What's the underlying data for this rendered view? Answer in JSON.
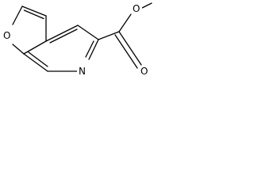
{
  "molecule": {
    "atoms": {
      "furan_oxygen": "O",
      "ring_nitrogen": "N",
      "carbonyl_oxygen": "O",
      "ester_oxygen": "O"
    },
    "colors": {
      "bond": "#000000",
      "label": "#000000",
      "background": "#ffffff"
    }
  }
}
